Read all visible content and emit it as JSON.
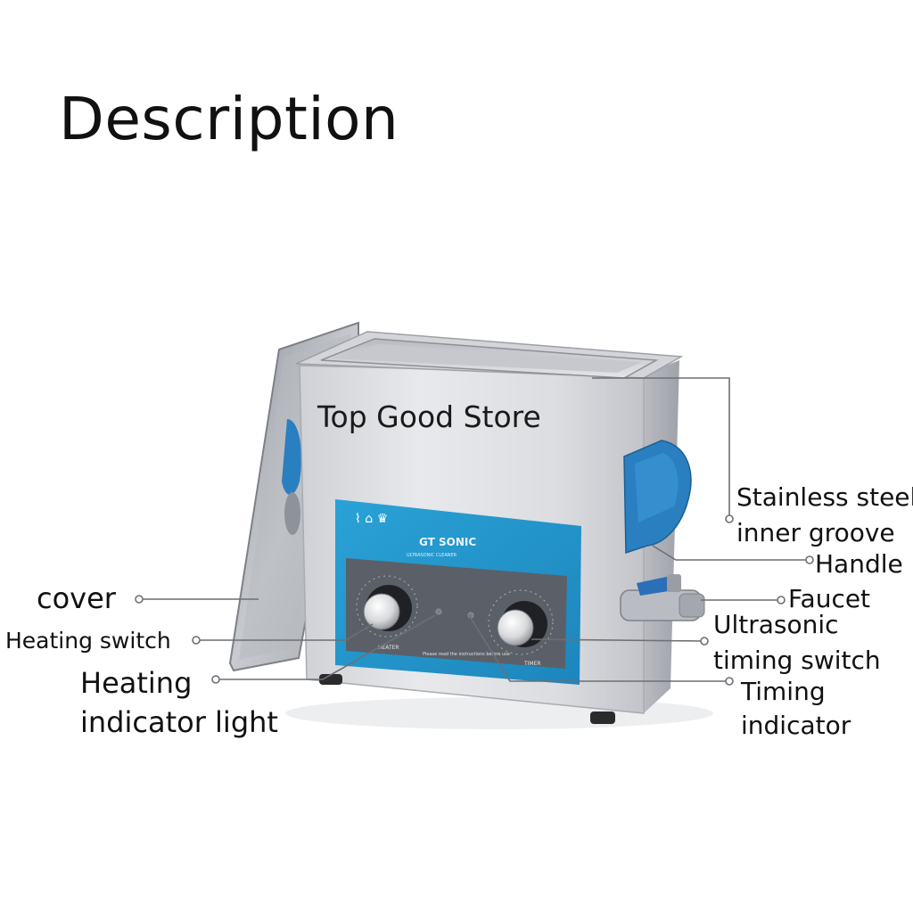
{
  "title": "Description",
  "watermark": "Top Good Store",
  "device": {
    "brand_logo": "GT SONIC",
    "brand_subtitle": "ULTRASONIC CLEANER",
    "heater_knob": "HEATER",
    "timer_knob": "TIMER",
    "panel_note": "Please read the instructions before use",
    "colors": {
      "panel_blue": "#2596c8",
      "steel": "#d9dade",
      "handle_blue": "#2a7fc0",
      "control_grey": "#5b6068"
    }
  },
  "labels": {
    "cover": "cover",
    "heating_switch": "Heating switch",
    "heating_indicator_1": "Heating",
    "heating_indicator_2": "indicator light",
    "stainless_1": "Stainless steel",
    "stainless_2": "inner groove",
    "handle": "Handle",
    "faucet": "Faucet",
    "ultrasonic_1": "Ultrasonic",
    "ultrasonic_2": "timing switch",
    "timing_1": "Timing",
    "timing_2": "indicator"
  }
}
